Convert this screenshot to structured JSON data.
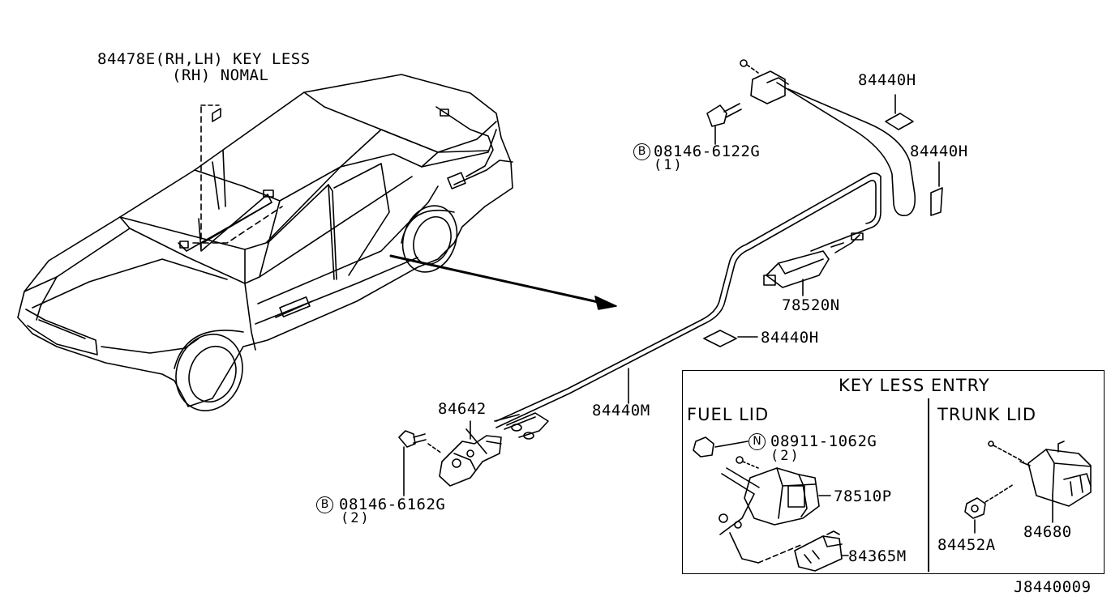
{
  "labels": {
    "sensor_keyless": "84478E(RH,LH) KEY LESS",
    "sensor_normal": "(RH) NOMAL",
    "pad_top": "84440H",
    "pad_mid": "84440H",
    "bolt_top_part": "08146-6122G",
    "bolt_top_qty": "(1)",
    "bolt_top_prefix": "B",
    "actuator": "78520N",
    "pad_low": "84440H",
    "cable": "84440M",
    "opener": "84642",
    "bolt_low_part": "08146-6162G",
    "bolt_low_qty": "(2)",
    "bolt_low_prefix": "B",
    "diagram_code": "J8440009"
  },
  "inset": {
    "title": "KEY LESS ENTRY",
    "fuel_lid_title": "FUEL LID",
    "trunk_lid_title": "TRUNK LID",
    "nut_prefix": "N",
    "nut_part": "08911-1062G",
    "nut_qty": "(2)",
    "fuel_actuator": "78510P",
    "fuel_switch": "84365M",
    "trunk_grommet": "84452A",
    "trunk_actuator": "84680"
  }
}
